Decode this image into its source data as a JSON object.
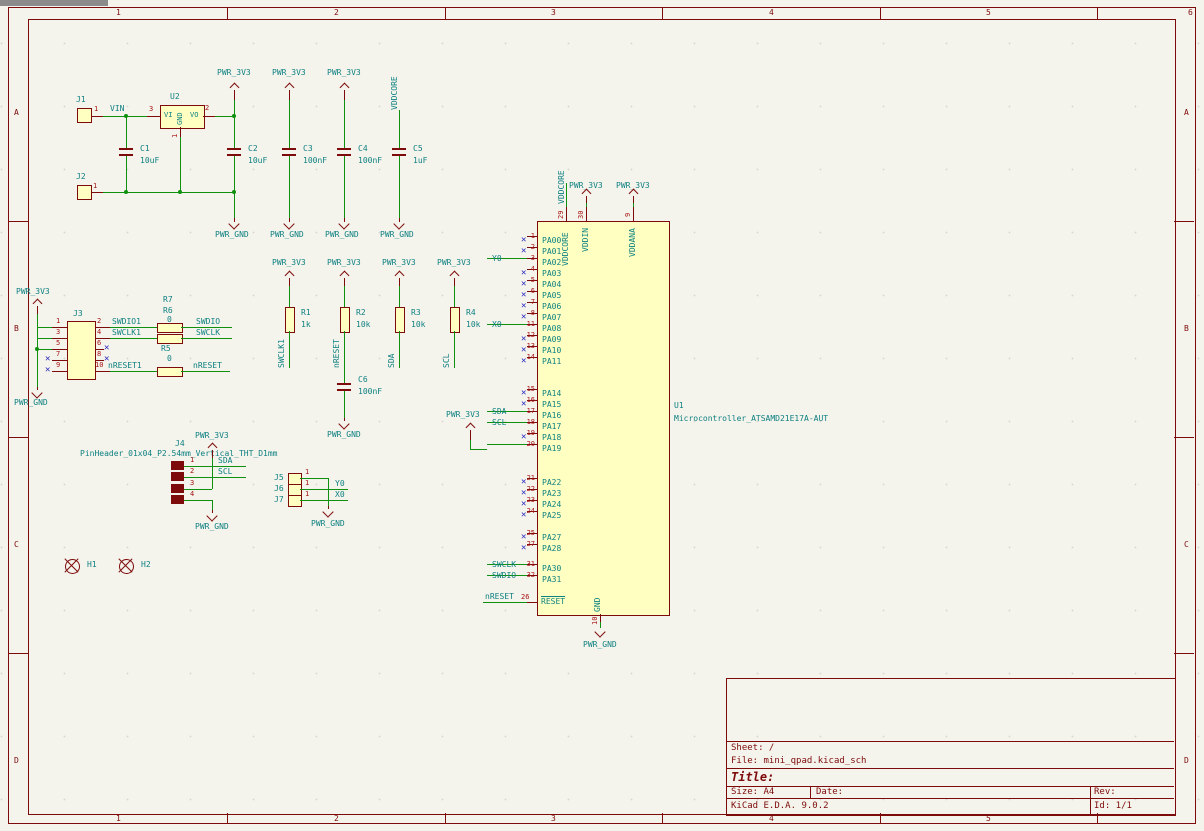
{
  "ruler": {
    "cols": [
      "1",
      "2",
      "3",
      "4",
      "5",
      "6"
    ],
    "rows": [
      "A",
      "B",
      "C",
      "D"
    ]
  },
  "title_block": {
    "sheet": "Sheet: /",
    "file": "File: mini_qpad.kicad_sch",
    "title": "Title:",
    "size": "Size: A4",
    "date": "Date:",
    "rev": "Rev:",
    "generator": "KiCad E.D.A. 9.0.2",
    "id": "Id: 1/1"
  },
  "nets": {
    "pwr3v3": "PWR_3V3",
    "pwrgnd": "PWR_GND",
    "vddcore": "VDDCORE",
    "vin": "VIN",
    "y0": "Y0",
    "x0": "X0",
    "sda": "SDA",
    "scl": "SCL",
    "swdio": "SWDIO",
    "swclk": "SWCLK",
    "nreset": "nRESET",
    "swdio1": "SWDIO1",
    "swclk1": "SWCLK1",
    "nreset1": "nRESET1"
  },
  "j1": {
    "ref": "J1",
    "pin": "1"
  },
  "j2": {
    "ref": "J2",
    "pin": "1"
  },
  "u2": {
    "ref": "U2",
    "vi": "VI",
    "gnd": "GND",
    "vo": "VO",
    "n1": "1",
    "n2": "2",
    "n3": "3"
  },
  "caps": {
    "c1": {
      "ref": "C1",
      "val": "10uF"
    },
    "c2": {
      "ref": "C2",
      "val": "10uF"
    },
    "c3": {
      "ref": "C3",
      "val": "100nF"
    },
    "c4": {
      "ref": "C4",
      "val": "100nF"
    },
    "c5": {
      "ref": "C5",
      "val": "1uF"
    },
    "c6": {
      "ref": "C6",
      "val": "100nF"
    }
  },
  "j3": {
    "ref": "J3",
    "n1": "1",
    "n2": "2",
    "n3": "3",
    "n4": "4",
    "n5": "5",
    "n6": "6",
    "n7": "7",
    "n8": "8",
    "n9": "9",
    "n10": "10"
  },
  "jumpers": {
    "r7": "R7",
    "r6": "R6",
    "r5": "R5",
    "z1": "0",
    "z2": "0"
  },
  "pullups": {
    "r1": {
      "ref": "R1",
      "val": "1k"
    },
    "r2": {
      "ref": "R2",
      "val": "10k"
    },
    "r3": {
      "ref": "R3",
      "val": "10k"
    },
    "r4": {
      "ref": "R4",
      "val": "10k"
    }
  },
  "u1": {
    "ref": "U1",
    "value": "Microcontroller_ATSAMD21E17A-AUT",
    "top": [
      {
        "num": "29",
        "name": "VDDCORE"
      },
      {
        "num": "30",
        "name": "VDDIN"
      },
      {
        "num": "9",
        "name": "VDDANA"
      }
    ],
    "gnd": {
      "num": "10",
      "name": "GND"
    },
    "reset": {
      "num": "26",
      "name": "RESET"
    },
    "g1": [
      {
        "num": "1",
        "name": "PA00",
        "nc": "✕"
      },
      {
        "num": "2",
        "name": "PA01",
        "nc": "✕"
      },
      {
        "num": "3",
        "name": "PA02",
        "net": "Y0",
        "wire": 1
      },
      {
        "num": "4",
        "name": "PA03",
        "nc": "✕"
      },
      {
        "num": "5",
        "name": "PA04",
        "nc": "✕"
      },
      {
        "num": "6",
        "name": "PA05",
        "nc": "✕"
      },
      {
        "num": "7",
        "name": "PA06",
        "nc": "✕"
      },
      {
        "num": "8",
        "name": "PA07",
        "nc": "✕"
      },
      {
        "num": "11",
        "name": "PA08",
        "net": "X0",
        "wire": 1
      },
      {
        "num": "12",
        "name": "PA09",
        "nc": "✕"
      },
      {
        "num": "13",
        "name": "PA10",
        "nc": "✕"
      },
      {
        "num": "14",
        "name": "PA11",
        "nc": "✕"
      }
    ],
    "g2": [
      {
        "num": "15",
        "name": "PA14",
        "nc": "✕"
      },
      {
        "num": "16",
        "name": "PA15",
        "nc": "✕"
      },
      {
        "num": "17",
        "name": "PA16",
        "net": "SDA",
        "wire": 1
      },
      {
        "num": "18",
        "name": "PA17",
        "net": "SCL",
        "wire": 1
      },
      {
        "num": "19",
        "name": "PA18",
        "nc": "✕"
      },
      {
        "num": "20",
        "name": "PA19",
        "wire": 1
      }
    ],
    "g3": [
      {
        "num": "21",
        "name": "PA22",
        "nc": "✕"
      },
      {
        "num": "22",
        "name": "PA23",
        "nc": "✕"
      },
      {
        "num": "23",
        "name": "PA24",
        "nc": "✕"
      },
      {
        "num": "24",
        "name": "PA25",
        "nc": "✕"
      }
    ],
    "g4": [
      {
        "num": "25",
        "name": "PA27",
        "nc": "✕"
      },
      {
        "num": "27",
        "name": "PA28",
        "nc": "✕"
      }
    ],
    "g5": [
      {
        "num": "31",
        "name": "PA30",
        "net": "SWCLK",
        "wire": 1
      },
      {
        "num": "32",
        "name": "PA31",
        "net": "SWDIO",
        "wire": 1
      }
    ]
  },
  "j4": {
    "ref": "J4",
    "footprint": "PinHeader_01x04_P2.54mm_Vertical_THT_D1mm",
    "pins": [
      "1",
      "2",
      "3",
      "4"
    ]
  },
  "j567": [
    {
      "ref": "J5",
      "pin": "1"
    },
    {
      "ref": "J6",
      "pin": "1"
    },
    {
      "ref": "J7",
      "pin": "1"
    }
  ],
  "holes": {
    "h1": "H1",
    "h2": "H2"
  }
}
